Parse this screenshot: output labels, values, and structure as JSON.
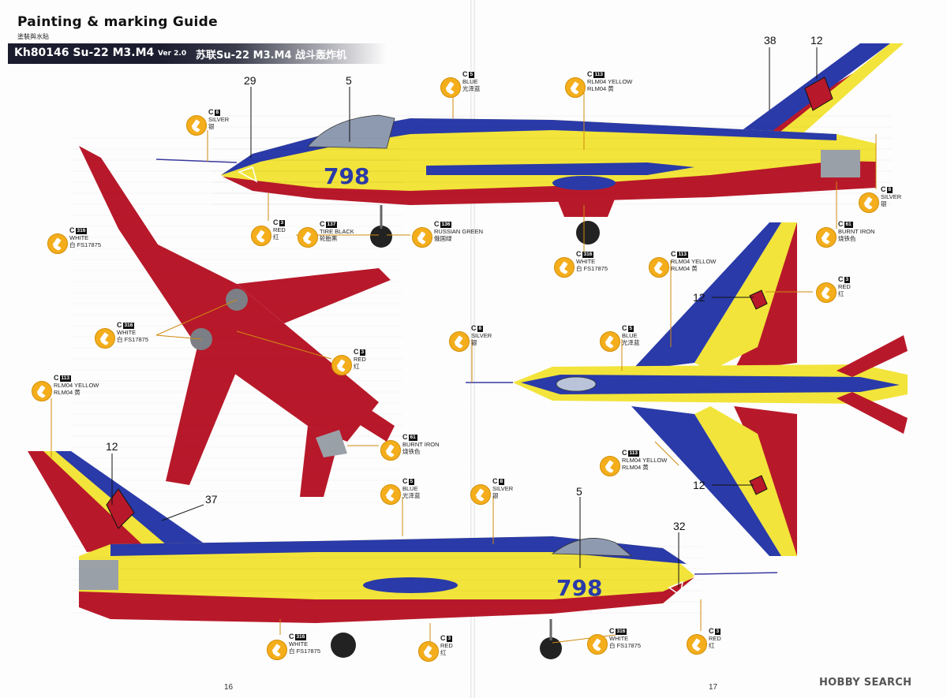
{
  "header": {
    "title": "Painting & marking Guide",
    "subtitle": "塗裝與水貼",
    "product_code": "Kh80146 Su-22 M3.M4",
    "version": "Ver 2.0",
    "product_name_cn": "苏联Su-22 M3.M4 战斗轰炸机"
  },
  "aircraft": {
    "serial": "798"
  },
  "colors": {
    "blue": "#2a3aa8",
    "yellow": "#f2e43a",
    "red": "#b8192a",
    "metal": "#9aa0a8",
    "callout": "#f4ae1c"
  },
  "callouts": [
    {
      "id": "c8-a",
      "c": "C",
      "code": "8",
      "lines": [
        "SILVER",
        "银"
      ]
    },
    {
      "id": "c5-a",
      "c": "C",
      "code": "5",
      "lines": [
        "BLUE",
        "光泽蓝"
      ]
    },
    {
      "id": "c113-a",
      "c": "C",
      "code": "113",
      "lines": [
        "RLM04 YELLOW",
        "RLM04 黄"
      ]
    },
    {
      "id": "c8-b",
      "c": "C",
      "code": "8",
      "lines": [
        "SILVER",
        "银"
      ]
    },
    {
      "id": "c3-a",
      "c": "C",
      "code": "3",
      "lines": [
        "RED",
        "红"
      ]
    },
    {
      "id": "c137",
      "c": "C",
      "code": "137",
      "lines": [
        "TIRE BLACK",
        "轮胎黑"
      ]
    },
    {
      "id": "c136",
      "c": "C",
      "code": "136",
      "lines": [
        "RUSSIAN GREEN",
        "俄国绿"
      ]
    },
    {
      "id": "c61-a",
      "c": "C",
      "code": "61",
      "lines": [
        "BURNT IRON",
        "烧铁色"
      ]
    },
    {
      "id": "c316-a",
      "c": "C",
      "code": "316",
      "lines": [
        "WHITE",
        "白 FS17875"
      ]
    },
    {
      "id": "c316-b",
      "c": "C",
      "code": "316",
      "lines": [
        "WHITE",
        "白 FS17875"
      ]
    },
    {
      "id": "c113-b",
      "c": "C",
      "code": "113",
      "lines": [
        "RLM04 YELLOW",
        "RLM04 黄"
      ]
    },
    {
      "id": "c3-b",
      "c": "C",
      "code": "3",
      "lines": [
        "RED",
        "红"
      ]
    },
    {
      "id": "c316-c",
      "c": "C",
      "code": "316",
      "lines": [
        "WHITE",
        "白 FS17875"
      ]
    },
    {
      "id": "c3-c",
      "c": "C",
      "code": "3",
      "lines": [
        "RED",
        "红"
      ]
    },
    {
      "id": "c8-c",
      "c": "C",
      "code": "8",
      "lines": [
        "SILVER",
        "银"
      ]
    },
    {
      "id": "c5-b",
      "c": "C",
      "code": "5",
      "lines": [
        "BLUE",
        "光泽蓝"
      ]
    },
    {
      "id": "c113-c",
      "c": "C",
      "code": "113",
      "lines": [
        "RLM04 YELLOW",
        "RLM04 黄"
      ]
    },
    {
      "id": "c61-b",
      "c": "C",
      "code": "61",
      "lines": [
        "BURNT IRON",
        "烧铁色"
      ]
    },
    {
      "id": "c113-d",
      "c": "C",
      "code": "113",
      "lines": [
        "RLM04 YELLOW",
        "RLM04 黄"
      ]
    },
    {
      "id": "c5-c",
      "c": "C",
      "code": "5",
      "lines": [
        "BLUE",
        "光泽蓝"
      ]
    },
    {
      "id": "c8-d",
      "c": "C",
      "code": "8",
      "lines": [
        "SILVER",
        "银"
      ]
    },
    {
      "id": "c316-d",
      "c": "C",
      "code": "316",
      "lines": [
        "WHITE",
        "白 FS17875"
      ]
    },
    {
      "id": "c3-d",
      "c": "C",
      "code": "3",
      "lines": [
        "RED",
        "红"
      ]
    },
    {
      "id": "c316-e",
      "c": "C",
      "code": "316",
      "lines": [
        "WHITE",
        "白 FS17875"
      ]
    },
    {
      "id": "c3-e",
      "c": "C",
      "code": "3",
      "lines": [
        "RED",
        "红"
      ]
    }
  ],
  "markers": [
    "38",
    "12",
    "29",
    "5",
    "12",
    "12",
    "12",
    "37",
    "5",
    "32"
  ],
  "pages": {
    "left": "16",
    "right": "17"
  },
  "watermark": "HOBBY SEARCH"
}
